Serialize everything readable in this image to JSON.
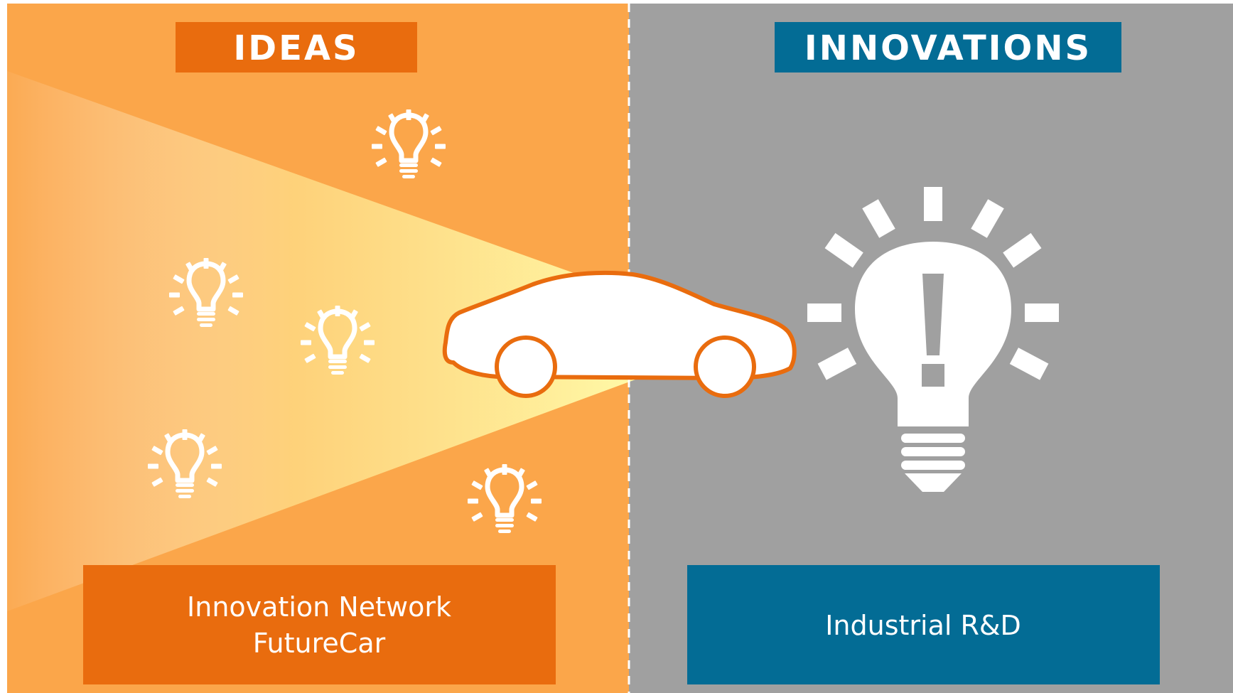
{
  "ideas": {
    "heading": "IDEAS",
    "box_line1": "Innovation Network",
    "box_line2": "FutureCar"
  },
  "innovations": {
    "heading": "INNOVATIONS",
    "box_label": "Industrial R&D"
  },
  "colors": {
    "orange_panel": "#fba64a",
    "orange_dark": "#e96c0e",
    "gray_panel": "#a0a0a0",
    "teal": "#036c95",
    "beam": "#fff6a0",
    "car_outline": "#e96c0e",
    "white": "#ffffff"
  },
  "icons": {
    "small_bulb": "lightbulb-icon",
    "big_bulb": "lightbulb-exclamation-icon",
    "car": "car-icon"
  }
}
